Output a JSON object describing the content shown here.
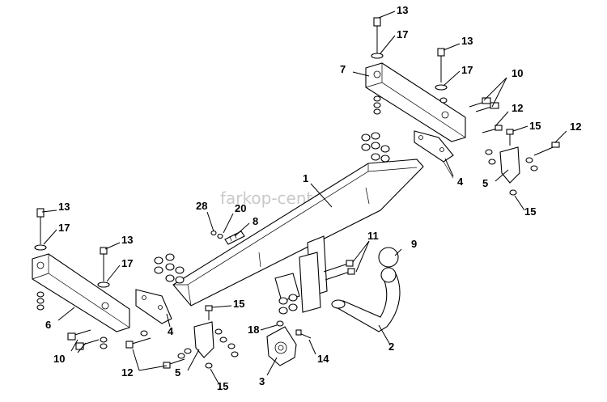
{
  "watermark": "farkop-center.ru",
  "labels": {
    "beam": "1",
    "ball": "2",
    "socket_plate": "3",
    "bracket_right": "4",
    "bracket_left": "4",
    "clamp_right": "5",
    "clamp_left": "5",
    "rail_left": "6",
    "rail_right": "7",
    "spacer": "8",
    "cap": "9",
    "bolts_right": "10",
    "bolts_left": "10",
    "bolt_pair": "11",
    "bolt_a": "12",
    "bolt_b": "12",
    "bolt_c": "12",
    "screw_top_a": "13",
    "screw_top_b": "13",
    "screw_left_a": "13",
    "screw_left_b": "13",
    "screw_14": "14",
    "nut_a": "15",
    "nut_b": "15",
    "nut_c": "15",
    "nut_d": "15",
    "washer_top_a": "17",
    "washer_top_b": "17",
    "washer_left_a": "17",
    "washer_left_b": "17",
    "pin_18": "18",
    "ring_20": "20",
    "clip_28": "28"
  }
}
